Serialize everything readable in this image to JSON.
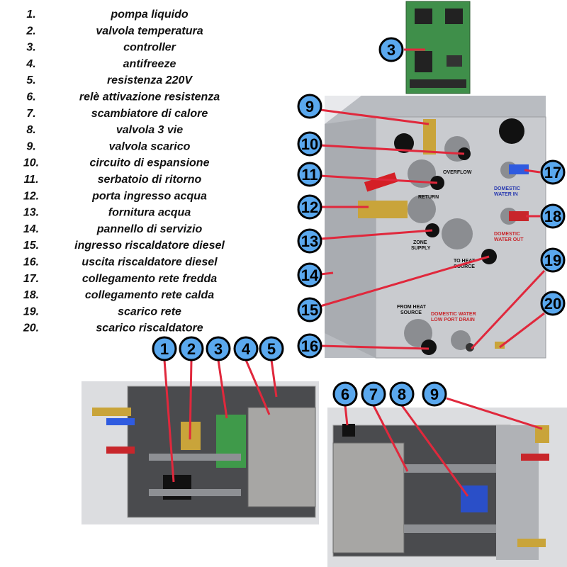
{
  "legend": {
    "items": [
      {
        "number": "1.",
        "label": "pompa liquido"
      },
      {
        "number": "2.",
        "label": "valvola temperatura"
      },
      {
        "number": "3.",
        "label": "controller"
      },
      {
        "number": "4.",
        "label": "antifreeze"
      },
      {
        "number": "5.",
        "label": "resistenza 220V"
      },
      {
        "number": "6.",
        "label": "relè attivazione resistenza"
      },
      {
        "number": "7.",
        "label": "scambiatore di calore"
      },
      {
        "number": "8.",
        "label": "valvola 3 vie"
      },
      {
        "number": "9.",
        "label": "valvola scarico"
      },
      {
        "number": "10.",
        "label": "circuito di espansione"
      },
      {
        "number": "11.",
        "label": "serbatoio di ritorno"
      },
      {
        "number": "12.",
        "label": "porta ingresso acqua"
      },
      {
        "number": "13.",
        "label": "fornitura acqua"
      },
      {
        "number": "14.",
        "label": "pannello di servizio"
      },
      {
        "number": "15.",
        "label": "ingresso riscaldatore diesel"
      },
      {
        "number": "16.",
        "label": "uscita riscaldatore diesel"
      },
      {
        "number": "17.",
        "label": "collegamento rete fredda"
      },
      {
        "number": "18.",
        "label": "collegamento rete calda"
      },
      {
        "number": "19.",
        "label": "scarico rete"
      },
      {
        "number": "20.",
        "label": "scarico riscaldatore"
      }
    ]
  },
  "badges": {
    "pcb": [
      "3"
    ],
    "main_left": [
      "9",
      "10",
      "11",
      "12",
      "13",
      "14",
      "15",
      "16"
    ],
    "main_right": [
      "17",
      "18",
      "19",
      "20"
    ],
    "bottom_left": [
      "1",
      "2",
      "3",
      "4",
      "5"
    ],
    "bottom_right": [
      "6",
      "7",
      "8",
      "9"
    ]
  },
  "photo_labels": {
    "overflow": "OVERFLOW",
    "return": "RETURN",
    "zone_supply_1": "ZONE",
    "zone_supply_2": "SUPPLY",
    "to_heat_1": "TO HEAT",
    "to_heat_2": "SOURCE",
    "dom_in_1": "DOMESTIC",
    "dom_in_2": "WATER IN",
    "dom_out_1": "DOMESTIC",
    "dom_out_2": "WATER OUT",
    "from_heat_1": "FROM HEAT",
    "from_heat_2": "SOURCE",
    "drain_1": "DOMESTIC WATER",
    "drain_2": "LOW PORT DRAIN"
  },
  "colors": {
    "badge_fill": "#5aa8ee",
    "badge_stroke": "#000000",
    "leader": "#e0283c",
    "panel": "#c9cbcf",
    "pcb": "#3f8f4a"
  }
}
